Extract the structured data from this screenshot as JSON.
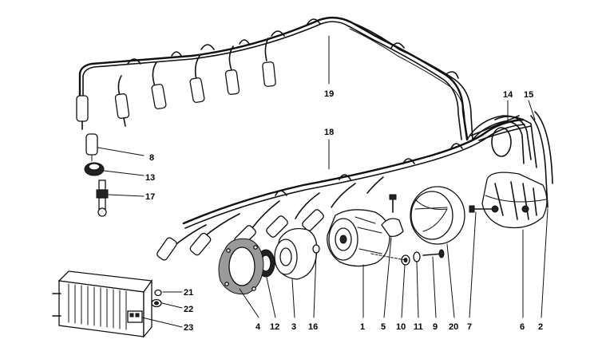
{
  "diagram": {
    "callouts": [
      {
        "id": "c8",
        "text": "8"
      },
      {
        "id": "c13",
        "text": "13"
      },
      {
        "id": "c17",
        "text": "17"
      },
      {
        "id": "c18",
        "text": "18"
      },
      {
        "id": "c19",
        "text": "19"
      },
      {
        "id": "c14",
        "text": "14"
      },
      {
        "id": "c15",
        "text": "15"
      },
      {
        "id": "c21",
        "text": "21"
      },
      {
        "id": "c22",
        "text": "22"
      },
      {
        "id": "c23",
        "text": "23"
      },
      {
        "id": "c4",
        "text": "4"
      },
      {
        "id": "c12",
        "text": "12"
      },
      {
        "id": "c3",
        "text": "3"
      },
      {
        "id": "c16",
        "text": "16"
      },
      {
        "id": "c1",
        "text": "1"
      },
      {
        "id": "c5",
        "text": "5"
      },
      {
        "id": "c10",
        "text": "10"
      },
      {
        "id": "c11",
        "text": "11"
      },
      {
        "id": "c9",
        "text": "9"
      },
      {
        "id": "c20",
        "text": "20"
      },
      {
        "id": "c7",
        "text": "7"
      },
      {
        "id": "c6",
        "text": "6"
      },
      {
        "id": "c2",
        "text": "2"
      }
    ]
  }
}
